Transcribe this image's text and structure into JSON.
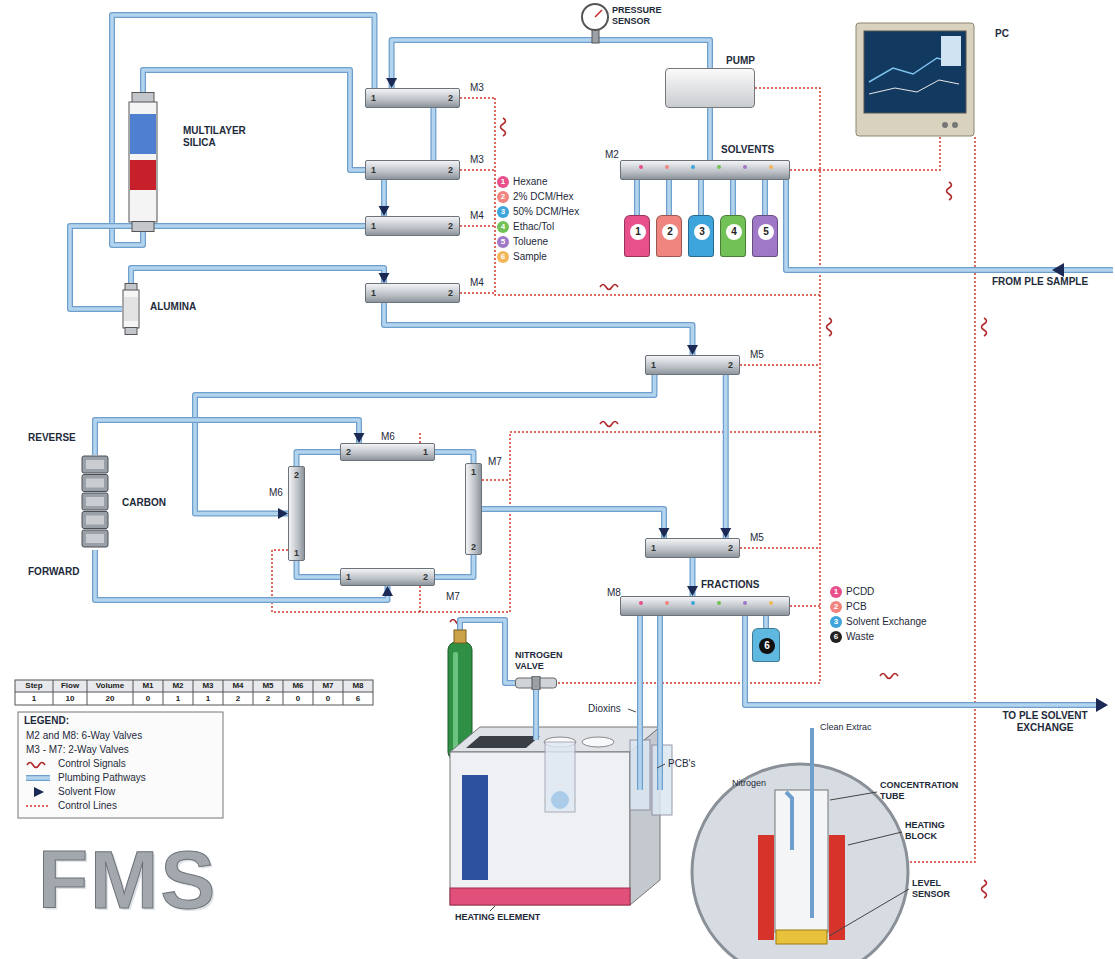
{
  "diagram": {
    "nodes": [
      {
        "text": [
          "PRESSURE SENSOR"
        ]
      },
      {
        "text": [
          "PUMP"
        ]
      },
      {
        "text": [
          "PC"
        ]
      },
      {
        "text": [
          "M3",
          "1",
          "2"
        ]
      },
      {
        "text": [
          "MULTILAYER SILICA"
        ]
      },
      {
        "text": [
          "M3",
          "1",
          "2"
        ]
      },
      {
        "text": [
          "M4",
          "1",
          "2"
        ]
      },
      {
        "text": [
          "ALUMINA"
        ]
      },
      {
        "text": [
          "M4",
          "1",
          "2"
        ]
      },
      {
        "text": [
          "M2",
          "SOLVENTS"
        ]
      },
      {
        "text": [
          "1"
        ]
      },
      {
        "text": [
          "2"
        ]
      },
      {
        "text": [
          "3"
        ]
      },
      {
        "text": [
          "4"
        ]
      },
      {
        "text": [
          "5"
        ]
      },
      {
        "text": [
          "M5",
          "1",
          "2"
        ]
      },
      {
        "text": [
          "M6",
          "2",
          "1"
        ]
      },
      {
        "text": [
          "CARBON"
        ]
      },
      {
        "text": [
          "M6",
          "2",
          "1"
        ]
      },
      {
        "text": [
          "M7",
          "1",
          "2"
        ]
      },
      {
        "text": [
          "M7",
          "1",
          "2"
        ]
      },
      {
        "text": [
          "M5",
          "1",
          "2"
        ]
      },
      {
        "text": [
          "M8",
          "FRACTIONS"
        ]
      },
      {
        "text": [
          "6"
        ]
      },
      {
        "text": [
          "NITROGEN VALVE"
        ]
      }
    ],
    "edges": [
      {
        "from": 1,
        "to": 0,
        "arrow": "none"
      },
      {
        "from": 0,
        "to": 3,
        "arrow": "to"
      },
      {
        "from": 9,
        "to": 1,
        "arrow": "none"
      },
      {
        "from": 10,
        "to": 9,
        "arrow": "none"
      },
      {
        "from": 11,
        "to": 9,
        "arrow": "none"
      },
      {
        "from": 12,
        "to": 9,
        "arrow": "none"
      },
      {
        "from": 13,
        "to": 9,
        "arrow": "none"
      },
      {
        "from": 14,
        "to": 9,
        "arrow": "none"
      },
      {
        "from": 3,
        "to": 4,
        "arrow": "none"
      },
      {
        "from": 4,
        "to": 5,
        "arrow": "none"
      },
      {
        "from": 3,
        "to": 5,
        "arrow": "none"
      },
      {
        "from": 5,
        "to": 6,
        "arrow": "to"
      },
      {
        "from": 6,
        "to": 7,
        "arrow": "none"
      },
      {
        "from": 7,
        "to": 8,
        "arrow": "to"
      },
      {
        "from": 8,
        "to": 15,
        "arrow": "to"
      },
      {
        "from": 15,
        "to": 21,
        "arrow": "to"
      },
      {
        "from": 15,
        "to": 18,
        "arrow": "to"
      },
      {
        "from": 17,
        "to": 16,
        "arrow": "to"
      },
      {
        "from": 17,
        "to": 20,
        "arrow": "to"
      },
      {
        "from": 18,
        "to": 16,
        "arrow": "none"
      },
      {
        "from": 18,
        "to": 20,
        "arrow": "none"
      },
      {
        "from": 19,
        "to": 16,
        "arrow": "none"
      },
      {
        "from": 19,
        "to": 20,
        "arrow": "none"
      },
      {
        "from": 19,
        "to": 21,
        "arrow": "to"
      },
      {
        "from": 21,
        "to": 22,
        "arrow": "to"
      },
      {
        "from": 22,
        "to": 23,
        "arrow": "none"
      }
    ],
    "labels": [
      "1",
      "Hexane",
      "2",
      "2% DCM/Hex",
      "3",
      "50% DCM/Hex",
      "4",
      "Ethac/Tol",
      "5",
      "Toluene",
      "6",
      "Sample",
      "FROM PLE SAMPLE",
      "REVERSE",
      "FORWARD",
      "1",
      "PCDD",
      "2",
      "PCB",
      "3",
      "Solvent Exchange",
      "6",
      "Waste",
      "TO PLE SOLVENT EXCHANGE",
      "Step",
      "Flow",
      "Volume",
      "M1",
      "M2",
      "M3",
      "M4",
      "M5",
      "M6",
      "M7",
      "M8",
      "1",
      "10",
      "20",
      "0",
      "1",
      "1",
      "2",
      "2",
      "0",
      "0",
      "6",
      "LEGEND:",
      "Dioxins",
      "PCB's",
      "Clean Extrac",
      "Nitrogen",
      "CONCENTRATION TUBE",
      "HEATING BLOCK",
      "LEVEL SENSOR",
      "HEATING ELEMENT",
      "FMS"
    ],
    "legend": [
      {
        "text": "M2 and M8: 6-Way Valves"
      },
      {
        "text": "M3 - M7: 2-Way Valves"
      },
      {
        "text": "Control Signals"
      },
      {
        "text": "Plumbing Pathways"
      },
      {
        "text": "Solvent Flow"
      },
      {
        "text": "Control Lines"
      }
    ]
  }
}
